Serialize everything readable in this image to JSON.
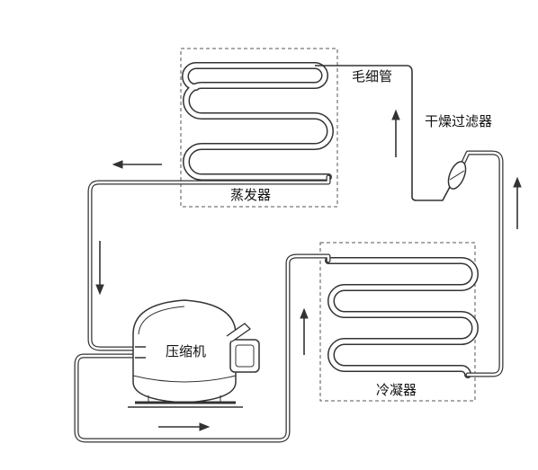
{
  "labels": {
    "capillary": "毛细管",
    "drier_filter": "干燥过滤器",
    "evaporator": "蒸发器",
    "compressor": "压缩机",
    "condenser": "冷凝器"
  },
  "colors": {
    "line": "#333333",
    "dashed_box": "#555555",
    "background": "#ffffff"
  },
  "flow_arrows": [
    "left",
    "down",
    "right",
    "up",
    "up",
    "up"
  ]
}
